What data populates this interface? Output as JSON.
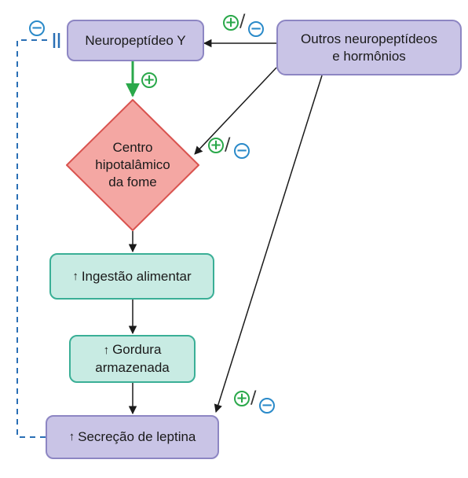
{
  "nodes": {
    "npy": "Neuropeptídeo Y",
    "others": [
      "Outros neuropeptídeos",
      "e hormônios"
    ],
    "center": [
      "Centro",
      "hipotalâmico",
      "da fome"
    ],
    "intake": "Ingestão alimentar",
    "fat": [
      "Gordura",
      "armazenada"
    ],
    "leptin": "Secreção de leptina"
  },
  "symbols": {
    "plus": "+",
    "minus": "−",
    "slash": "/",
    "up_arrow": "↑"
  },
  "colors": {
    "purple": "#c9c4e6",
    "teal": "#c8ebe3",
    "pink": "#f4a7a3",
    "green": "#2aa84a",
    "blue": "#2a8ac9"
  }
}
